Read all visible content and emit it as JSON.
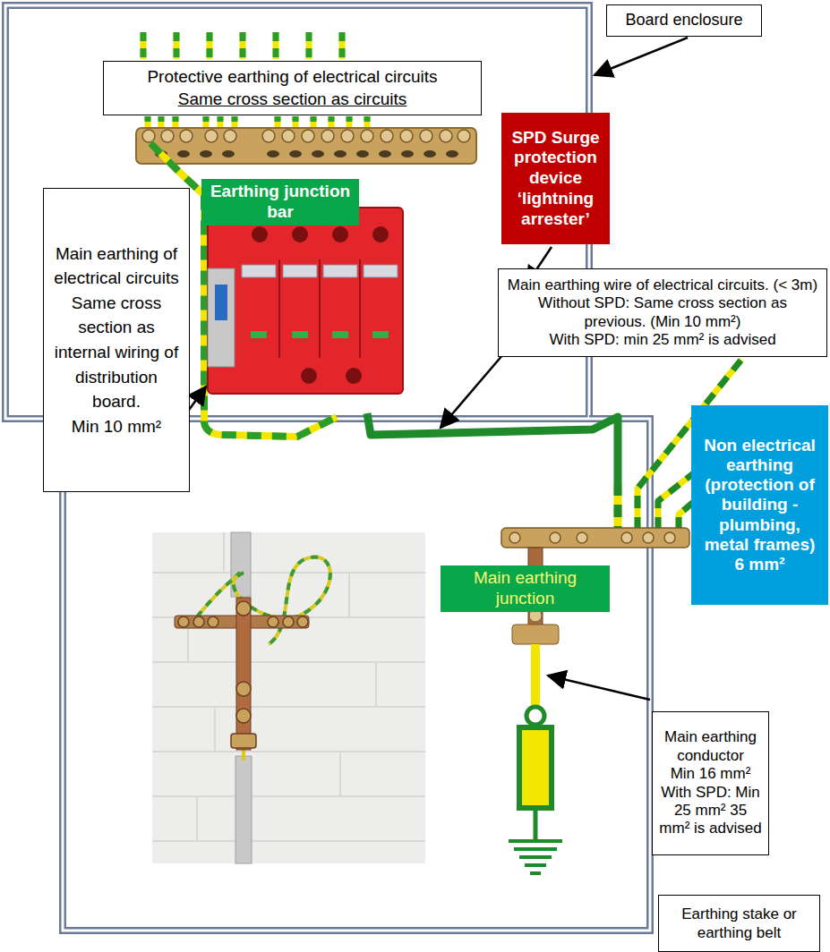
{
  "diagram": {
    "nodes": [
      {
        "text": [
          "Board enclosure"
        ]
      },
      {
        "text": [
          "Protective earthing of electrical circuits",
          "Same cross section as circuits"
        ]
      },
      {
        "text": [
          "SPD Surge protection device ‘lightning arrester’"
        ]
      },
      {
        "text": [
          "Earthing junction bar"
        ]
      },
      {
        "text": [
          "Main earthing of electrical circuits",
          "Same cross section as internal wiring of distribution board.",
          "Min 10 mm²"
        ]
      },
      {
        "text": [
          "Main earthing wire of electrical circuits. (< 3m)",
          "Without SPD: Same cross section as previous. (Min 10 mm²)",
          "With SPD: min 25 mm² is advised"
        ]
      },
      {
        "text": [
          "Non electrical earthing (protection of building - plumbing, metal frames)",
          "6 mm²"
        ]
      },
      {
        "text": [
          "Main earthing junction"
        ]
      },
      {
        "text": [
          "Main earthing conductor",
          "Min 16 mm²",
          "With SPD: Min 25 mm² 35 mm² is advised"
        ]
      },
      {
        "text": [
          "Earthing stake or earthing belt"
        ]
      }
    ]
  }
}
